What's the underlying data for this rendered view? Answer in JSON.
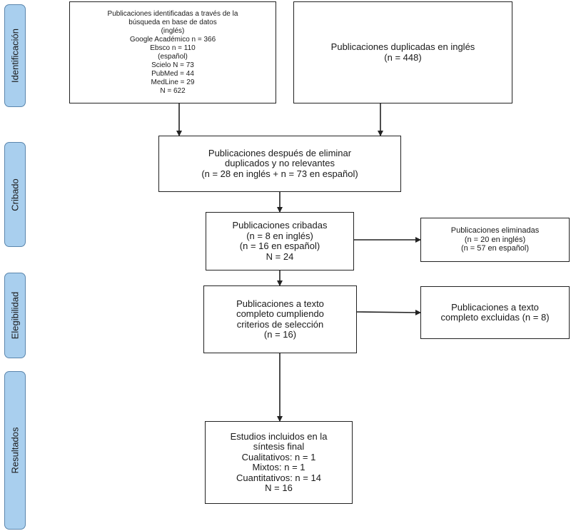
{
  "phases": {
    "identificacion": "Identificación",
    "cribado": "Cribado",
    "elegibilidad": "Elegibilidad",
    "resultados": "Resultados"
  },
  "boxes": {
    "identified": [
      "Publicaciones identificadas a través de la",
      "búsqueda en base de datos",
      "(inglés)",
      "Google Académico n =  366",
      "Ebsco n = 110",
      "(español)",
      "Scielo N =  73",
      "PubMed = 44",
      "MedLine = 29",
      "N = 622"
    ],
    "duplicates": [
      "Publicaciones duplicadas en inglés",
      "(n =  448)"
    ],
    "after_removal": [
      "Publicaciones después de eliminar",
      "duplicados y no relevantes",
      "(n =  28 en inglés + n = 73 en español)"
    ],
    "screened": [
      "Publicaciones cribadas",
      "(n =  8 en inglés)",
      "(n = 16 en español)",
      "N = 24"
    ],
    "eliminated": [
      "Publicaciones eliminadas",
      "(n =  20 en inglés)",
      "(n = 57 en español)"
    ],
    "full_text": [
      "Publicaciones a texto",
      "completo cumpliendo",
      "criterios de selección",
      "(n =  16)"
    ],
    "full_text_excluded": [
      "Publicaciones a texto",
      "completo excluidas (n = 8)"
    ],
    "included": [
      "Estudios incluidos en la",
      "síntesis final",
      "Cualitativos: n = 1",
      "Mixtos:  n = 1",
      "Cuantitativos:  n = 14",
      "N = 16"
    ]
  }
}
